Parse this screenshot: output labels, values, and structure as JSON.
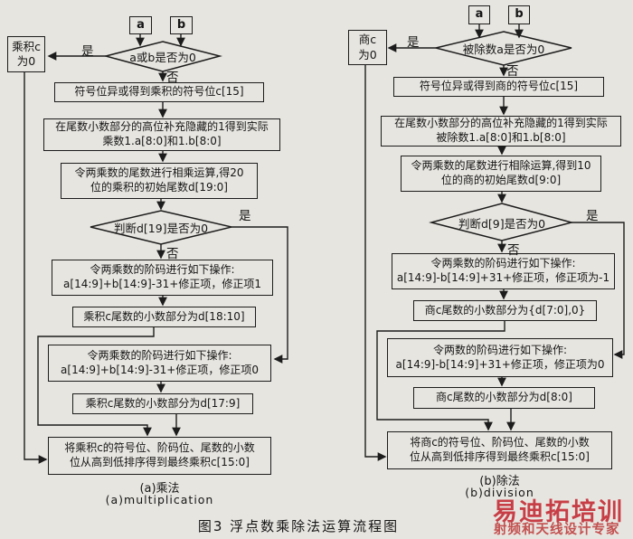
{
  "colors": {
    "paper": "#e7e5e0",
    "ink": "#1c1c1c",
    "watermark_red": "#c5303a"
  },
  "labels": {
    "yes": "是",
    "no": "否"
  },
  "figure_caption": "图3  浮点数乘除法运算流程图",
  "multiplication": {
    "caption_zh": "(a)乘法",
    "caption_en": "(a)multiplication",
    "input_a": "a",
    "input_b": "b",
    "zero_box": "乘积c\n为0",
    "decision_zero": "a或b是否为0",
    "sign": "符号位异或得到乘积的符号位c[15]",
    "hidden_one": "在尾数小数部分的高位补充隐藏的1得到实际\n乘数1.a[8:0]和1.b[8:0]",
    "mantissa_op": "令两乘数的尾数进行相乘运算,得20\n位的乘积的初始尾数d[19:0]",
    "decision_msb": "判断d[19]是否为0",
    "exponent_corr1": "令两乘数的阶码进行如下操作:\na[14:9]+b[14:9]-31+修正项，修正项1",
    "fraction1": "乘积c尾数的小数部分为d[18:10]",
    "exponent_corr0": "令两乘数的阶码进行如下操作:\na[14:9]+b[14:9]-31+修正项，修正项0",
    "fraction0": "乘积c尾数的小数部分为d[17:9]",
    "assemble": "将乘积c的符号位、阶码位、尾数的小数\n位从高到低排序得到最终乘积c[15:0]"
  },
  "division": {
    "caption_zh": "(b)除法",
    "caption_en": "(b)division",
    "input_a": "a",
    "input_b": "b",
    "zero_box": "商c\n为0",
    "decision_zero": "被除数a是否为0",
    "sign": "符号位异或得到商的符号位c[15]",
    "hidden_one": "在尾数小数部分的高位补充隐藏的1得到实际\n被除数1.a[8:0]和1.b[8:0]",
    "mantissa_op": "令两乘数的尾数进行相除运算,得到10\n位的商的初始尾数d[9:0]",
    "decision_msb": "判断d[9]是否为0",
    "exponent_corr1": "令两乘数的阶码进行如下操作:\na[14:9]-b[14:9]+31+修正项，修正项为-1",
    "fraction1": "商c尾数的小数部分为{d[7:0],0}",
    "exponent_corr0": "令两数的阶码进行如下操作:\na[14:9]-b[14:9]+31+修正项，修正项为0",
    "fraction0": "商c尾数的小数部分为d[8:0]",
    "assemble": "将商c的符号位、阶码位、尾数的小数\n位从高到低排序得到最终乘积c[15:0]"
  },
  "watermark": {
    "brand": "易迪拓培训",
    "tagline": "射频和天线设计专家"
  }
}
